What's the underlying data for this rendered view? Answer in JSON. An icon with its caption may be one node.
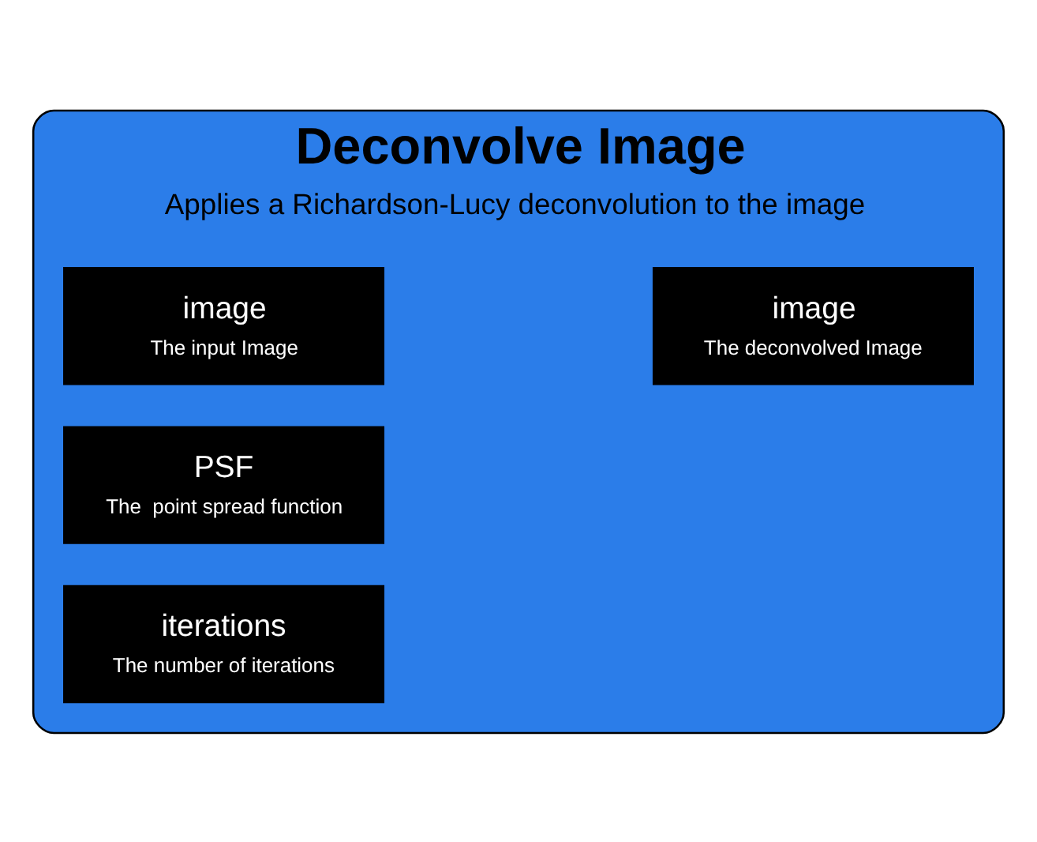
{
  "diagram": {
    "nodes": [
      {
        "text": [
          "Deconvolve Image",
          "Applies a Richardson-Lucy deconvolution to the image"
        ]
      },
      {
        "text": [
          "image",
          "The input Image"
        ],
        "in": 0
      },
      {
        "text": [
          "PSF",
          "The  point spread function"
        ],
        "in": 0
      },
      {
        "text": [
          "iterations",
          "The number of iterations"
        ],
        "in": 0
      },
      {
        "text": [
          "image",
          "The deconvolved Image"
        ],
        "in": 0
      }
    ]
  }
}
